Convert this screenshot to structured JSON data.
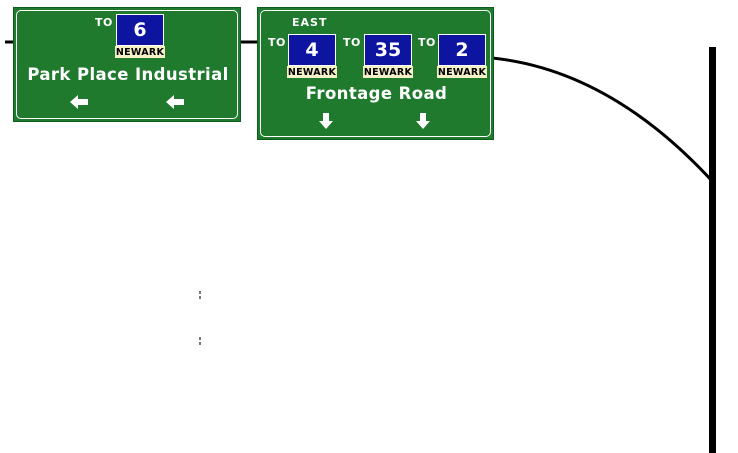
{
  "colors": {
    "sign_green": "#1f7a2e",
    "shield_blue": "#0d14a0",
    "city_tab": "#f4f1c6",
    "legend": "#ffffff",
    "structure": "#000000"
  },
  "left_sign": {
    "to_label": "TO",
    "shield": {
      "number": "6",
      "city": "NEWARK"
    },
    "destination": "Park Place Industrial",
    "arrows": [
      "arrow-left-icon",
      "arrow-left-icon"
    ]
  },
  "right_sign": {
    "cardinal": "EAST",
    "shields": [
      {
        "to_label": "TO",
        "number": "4",
        "city": "NEWARK"
      },
      {
        "to_label": "TO",
        "number": "35",
        "city": "NEWARK"
      },
      {
        "to_label": "TO",
        "number": "2",
        "city": "NEWARK"
      }
    ],
    "destination": "Frontage Road",
    "arrows": [
      "arrow-down-icon",
      "arrow-down-icon"
    ]
  }
}
